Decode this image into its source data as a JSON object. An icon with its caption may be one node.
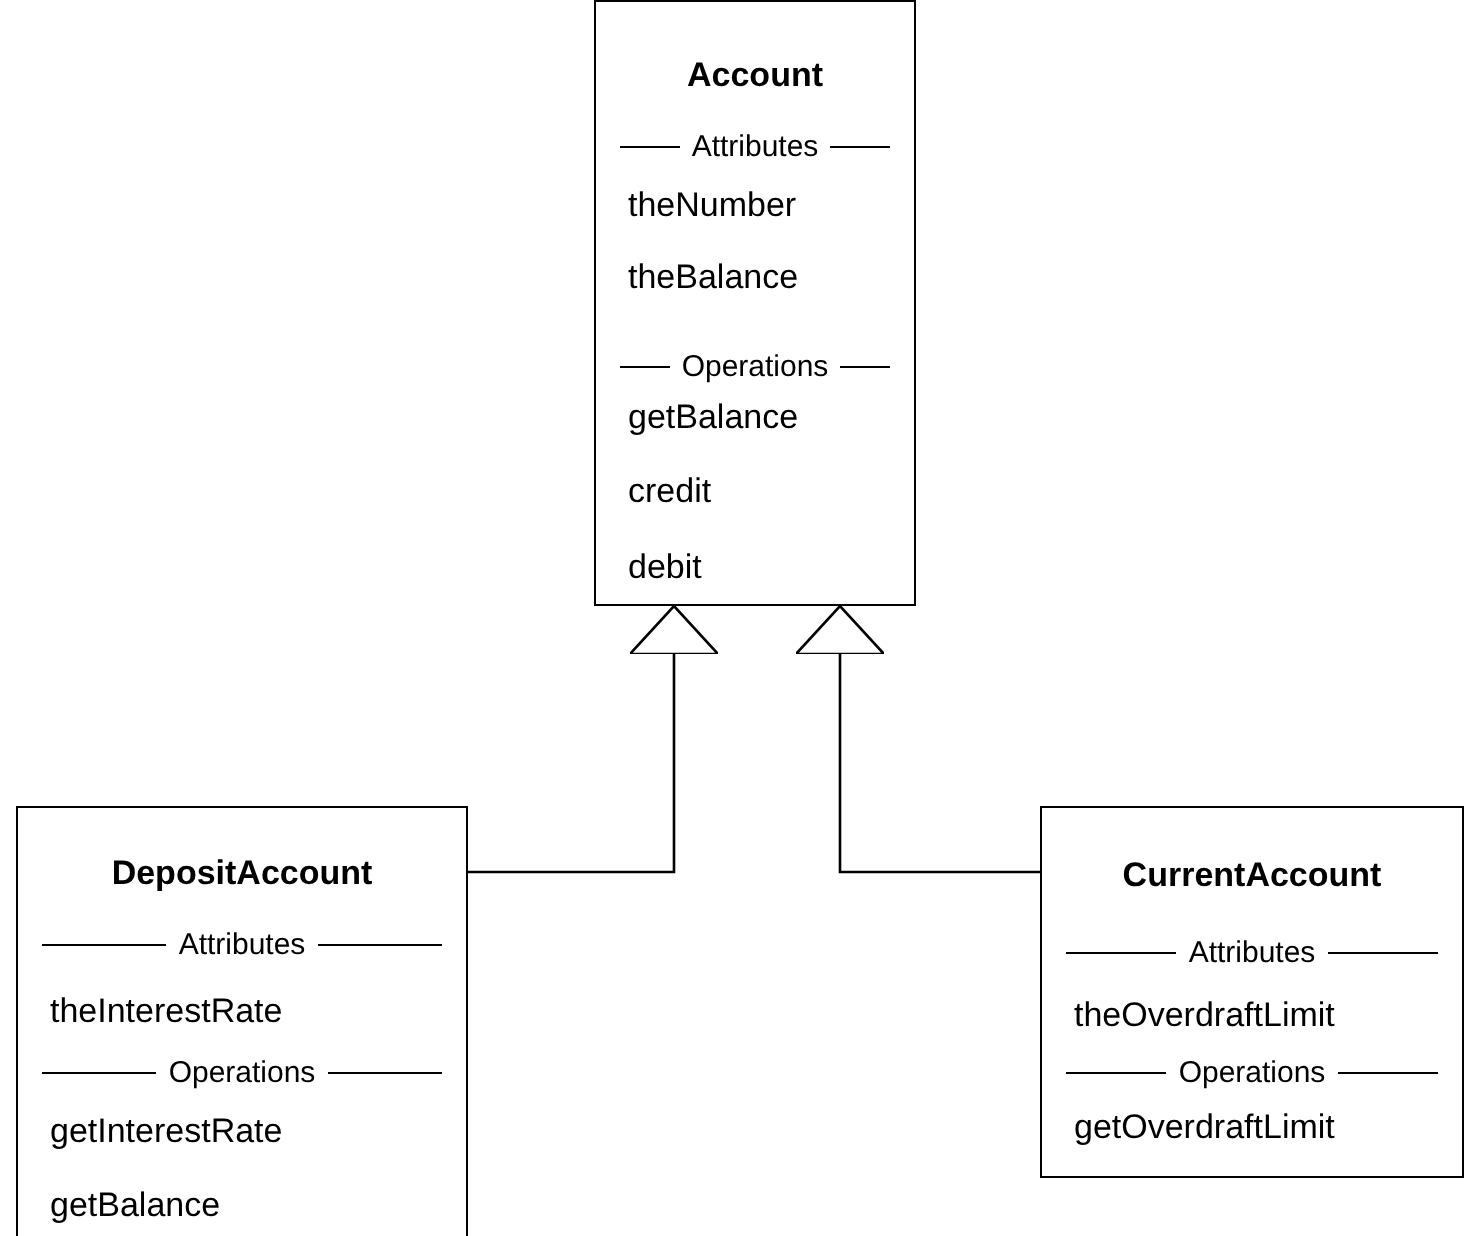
{
  "diagram": {
    "nodes": [
      {
        "text": [
          "Account",
          "Attributes",
          "theNumber",
          "theBalance",
          "Operations",
          "getBalance",
          "credit",
          "debit"
        ]
      },
      {
        "text": [
          "DepositAccount",
          "Attributes",
          "theInterestRate",
          "Operations",
          "getInterestRate",
          "getBalance"
        ]
      },
      {
        "text": [
          "CurrentAccount",
          "Attributes",
          "theOverdraftLimit",
          "Operations",
          "getOverdraftLimit"
        ]
      }
    ],
    "edges": [
      {
        "from": 1,
        "to": 0,
        "arrow": "to"
      },
      {
        "from": 2,
        "to": 0,
        "arrow": "to"
      }
    ]
  }
}
